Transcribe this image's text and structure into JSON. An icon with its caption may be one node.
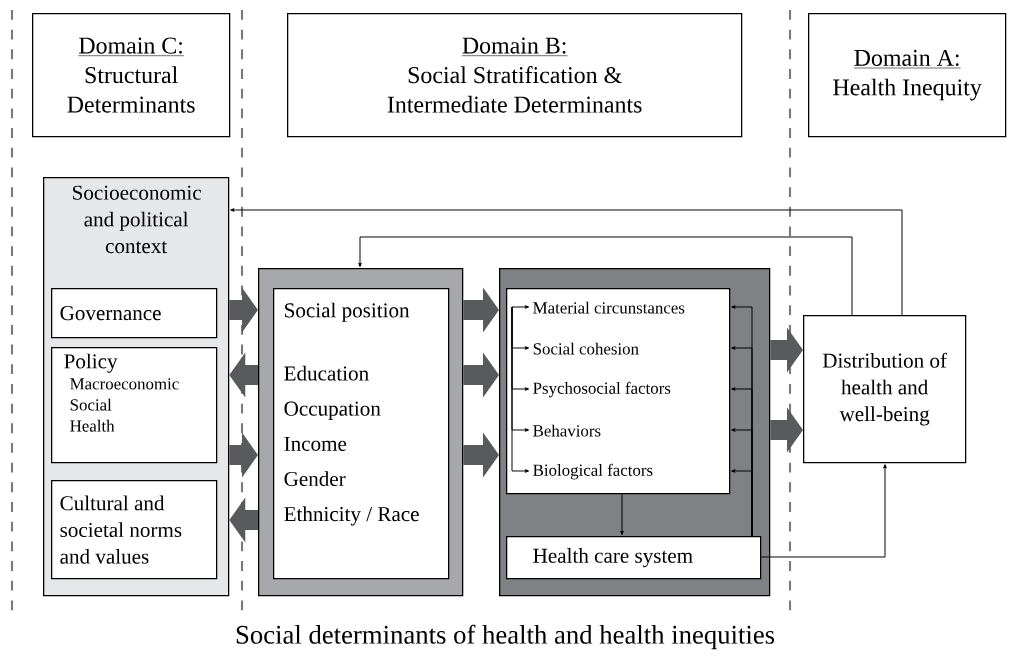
{
  "diagram": {
    "caption": "Social determinants of health and health inequities",
    "nodes": [
      {
        "text": [
          "Domain C:",
          "Structural Determinants"
        ]
      },
      {
        "text": [
          "Domain B:",
          "Social Stratification & Intermediate Determinants"
        ]
      },
      {
        "text": [
          "Domain A:",
          "Health Inequity"
        ]
      },
      {
        "text": [
          "Socioeconomic and political context"
        ]
      },
      {
        "text": [
          "Governance"
        ],
        "in": 3
      },
      {
        "text": [
          "Policy",
          "Macroeconomic",
          "Social",
          "Health"
        ],
        "in": 3
      },
      {
        "text": [
          "Cultural and societal norms and values"
        ],
        "in": 3
      },
      {
        "text": [],
        "shape": "box"
      },
      {
        "text": [
          "Social position",
          "Education",
          "Occupation",
          "Income",
          "Gender",
          "Ethnicity / Race"
        ],
        "in": 7
      },
      {
        "text": [],
        "shape": "box"
      },
      {
        "text": [],
        "shape": "box",
        "in": 9
      },
      {
        "text": [
          "Material circunstances"
        ],
        "in": 10
      },
      {
        "text": [
          "Social cohesion"
        ],
        "in": 10
      },
      {
        "text": [
          "Psychosocial factors"
        ],
        "in": 10
      },
      {
        "text": [
          "Behaviors"
        ],
        "in": 10
      },
      {
        "text": [
          "Biological factors"
        ],
        "in": 10
      },
      {
        "text": [
          "Health care system"
        ],
        "in": 9
      },
      {
        "text": [
          "Distribution of health and well-being"
        ]
      }
    ],
    "edges": [
      {
        "from": 3,
        "to": 7,
        "arrow": "to",
        "style": "thick",
        "color": "#595a5c"
      },
      {
        "from": 7,
        "to": 3,
        "arrow": "to",
        "style": "thick",
        "color": "#595a5c"
      },
      {
        "from": 3,
        "to": 7,
        "arrow": "to",
        "style": "thick",
        "color": "#595a5c"
      },
      {
        "from": 7,
        "to": 3,
        "arrow": "to",
        "style": "thick",
        "color": "#595a5c"
      },
      {
        "from": 7,
        "to": 9,
        "arrow": "to",
        "style": "thick",
        "color": "#595a5c"
      },
      {
        "from": 7,
        "to": 9,
        "arrow": "to",
        "style": "thick",
        "color": "#595a5c"
      },
      {
        "from": 7,
        "to": 9,
        "arrow": "to",
        "style": "thick",
        "color": "#595a5c"
      },
      {
        "from": 9,
        "to": 17,
        "arrow": "to",
        "style": "thick",
        "color": "#595a5c"
      },
      {
        "from": 9,
        "to": 17,
        "arrow": "to",
        "style": "thick",
        "color": "#595a5c"
      },
      {
        "from": 17,
        "to": 3,
        "arrow": "to"
      },
      {
        "from": 17,
        "to": 7,
        "arrow": "to"
      },
      {
        "from": 10,
        "to": 16,
        "arrow": "to"
      },
      {
        "from": null,
        "to": 11,
        "arrow": "to"
      },
      {
        "from": null,
        "to": 12,
        "arrow": "to"
      },
      {
        "from": null,
        "to": 13,
        "arrow": "to"
      },
      {
        "from": null,
        "to": 14,
        "arrow": "to"
      },
      {
        "from": null,
        "to": 15,
        "arrow": "to"
      },
      {
        "from": 16,
        "to": 10,
        "arrow": "to"
      },
      {
        "from": 16,
        "to": 10,
        "arrow": "to"
      },
      {
        "from": 16,
        "to": 10,
        "arrow": "to"
      },
      {
        "from": 16,
        "to": 10,
        "arrow": "to"
      },
      {
        "from": 16,
        "to": 10,
        "arrow": "to"
      },
      {
        "from": 16,
        "to": 17,
        "arrow": "to"
      }
    ]
  }
}
